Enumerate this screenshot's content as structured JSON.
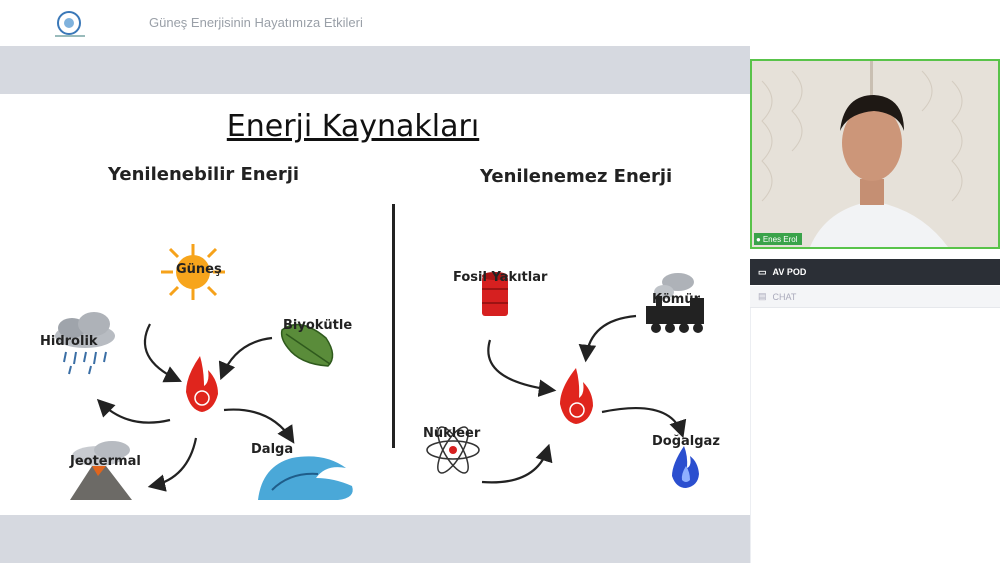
{
  "header": {
    "meeting_title": "Güneş Enerjisinin Hayatımıza Etkileri"
  },
  "slide": {
    "title": "Enerji Kaynakları",
    "renewable": {
      "heading": "Yenilenebilir Enerji",
      "items": [
        "Güneş",
        "Biyokütle",
        "Hidrolik",
        "Jeotermal",
        "Dalga"
      ]
    },
    "nonrenewable": {
      "heading": "Yenilenemez Enerji",
      "items": [
        "Fosil Yakıtlar",
        "Kömür",
        "Nükleer",
        "Doğalgaz"
      ]
    }
  },
  "sidebar": {
    "participant_name": "Enes Erol",
    "av_pod_label": "AV POD",
    "chat_label": "CHAT"
  },
  "colors": {
    "accent_green": "#59c34a",
    "pod_bar": "#2b2f36",
    "slide_bg": "#d6d9e0"
  }
}
